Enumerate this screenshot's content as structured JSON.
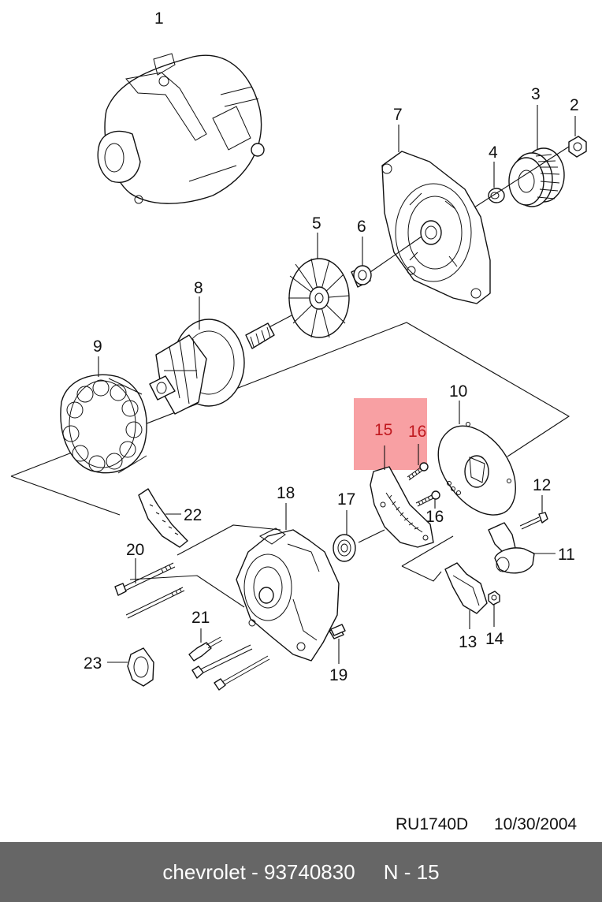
{
  "diagram": {
    "reference": "RU1740D",
    "date": "10/30/2004",
    "highlight_color": "#f8a0a3",
    "callouts": [
      "1",
      "2",
      "3",
      "4",
      "5",
      "6",
      "7",
      "8",
      "9",
      "10",
      "11",
      "12",
      "13",
      "14",
      "15",
      "16",
      "16",
      "17",
      "18",
      "19",
      "20",
      "21",
      "22",
      "23"
    ],
    "highlighted_callouts": [
      "15",
      "16"
    ],
    "callout_highlight_color": "#c0191f"
  },
  "footer": {
    "text": "chevrolet - 93740830     N - 15",
    "background": "#666666"
  }
}
